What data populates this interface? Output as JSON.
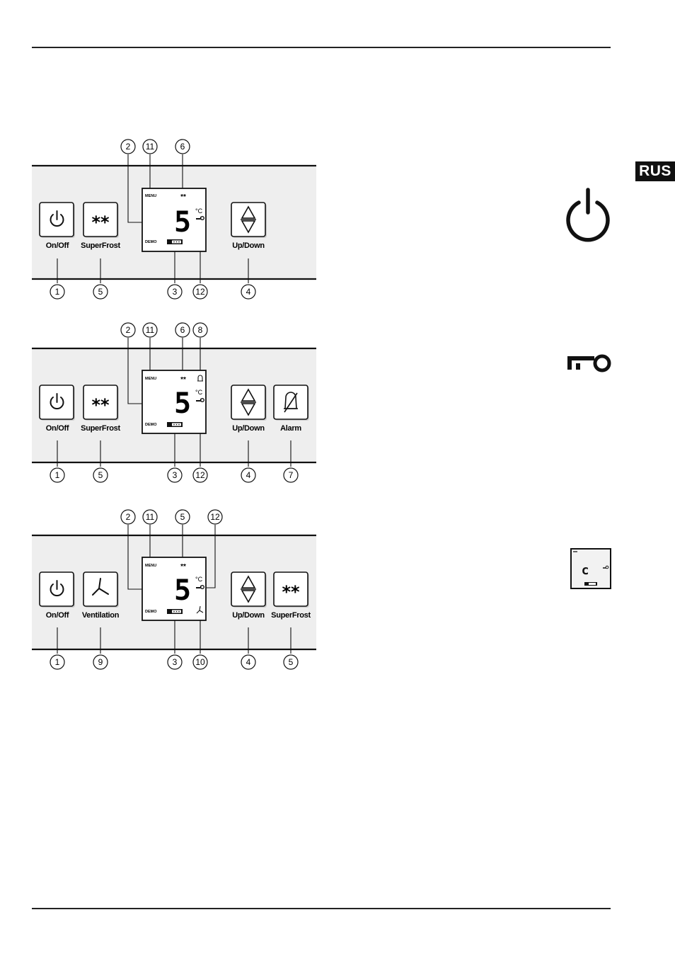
{
  "page": {
    "language_tab": "RUS"
  },
  "buttons": {
    "on_off": "On/Off",
    "superfrost": "SuperFrost",
    "up_down": "Up/Down",
    "alarm": "Alarm",
    "ventilation": "Ventilation"
  },
  "display": {
    "menu": "MENU",
    "demo": "DEMO",
    "stars": "**",
    "digit": "5",
    "unit": "°C"
  },
  "figure1": {
    "top_callouts": [
      "2",
      "11",
      "6"
    ],
    "bottom_callouts": [
      "1",
      "5",
      "3",
      "12",
      "4"
    ]
  },
  "figure2": {
    "top_callouts": [
      "2",
      "11",
      "6",
      "8"
    ],
    "bottom_callouts": [
      "1",
      "5",
      "3",
      "12",
      "4",
      "7"
    ]
  },
  "figure3": {
    "top_callouts": [
      "2",
      "11",
      "5",
      "12"
    ],
    "bottom_callouts": [
      "1",
      "9",
      "3",
      "10",
      "4",
      "5"
    ]
  },
  "side_icons": {
    "icon1": "power-icon",
    "icon2": "key-lock-icon",
    "icon3": "display-thumbnail-icon",
    "mini_display_char": "c"
  }
}
